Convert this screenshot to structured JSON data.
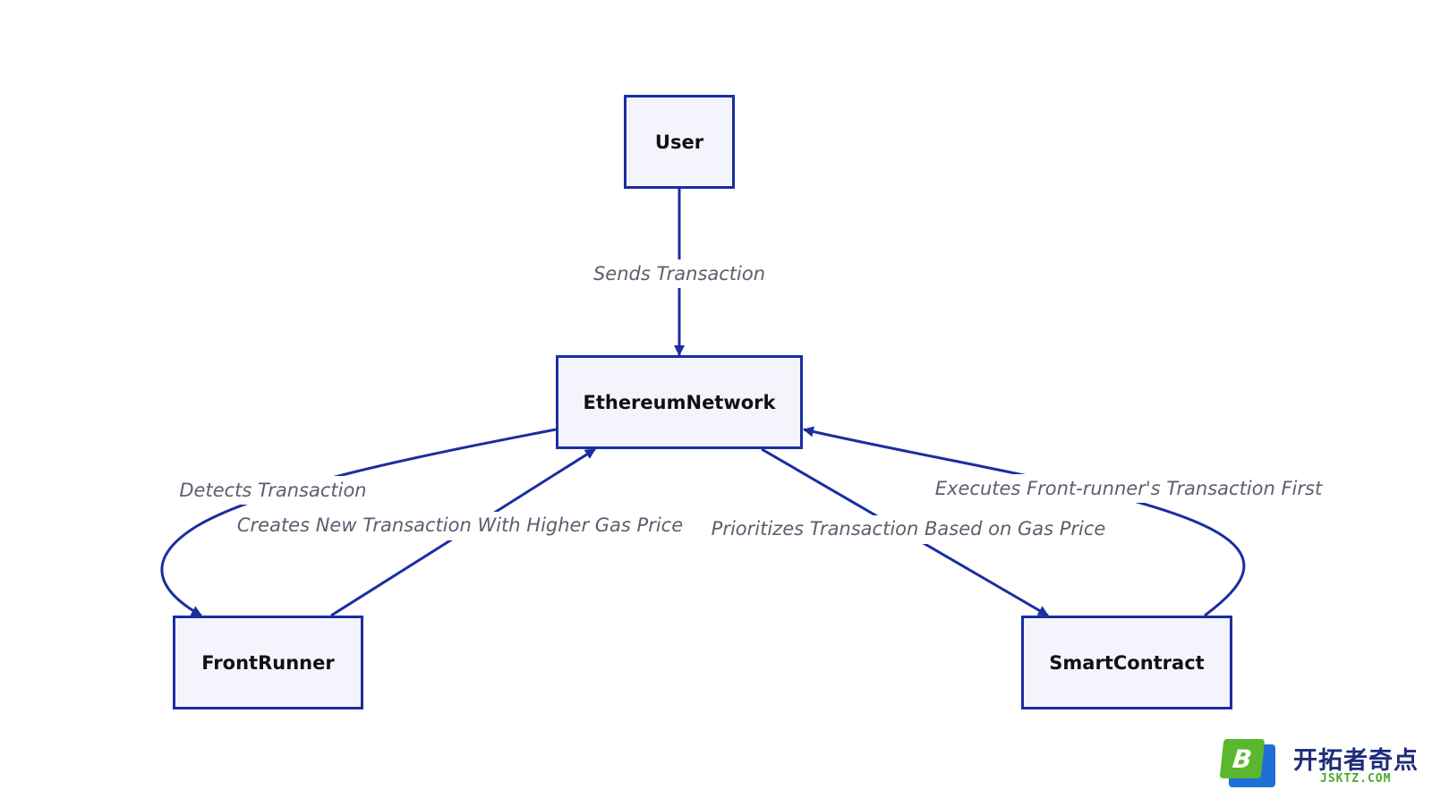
{
  "nodes": {
    "user": "User",
    "ethereum_network": "EthereumNetwork",
    "front_runner": "FrontRunner",
    "smart_contract": "SmartContract"
  },
  "edges": {
    "sends_transaction": "Sends Transaction",
    "detects_transaction": "Detects Transaction",
    "creates_new_transaction": "Creates New Transaction With Higher Gas Price",
    "prioritizes_transaction": "Prioritizes Transaction Based on Gas Price",
    "executes_front_runner_first": "Executes Front-runner's Transaction First"
  },
  "watermark": {
    "logo_letter": "B",
    "site_name": "开拓者奇点",
    "site_url": "JSKTZ.COM"
  },
  "colors": {
    "edge": "#1a2ea0",
    "node_fill": "#f4f5fc",
    "label_text": "#5b5f6e"
  }
}
